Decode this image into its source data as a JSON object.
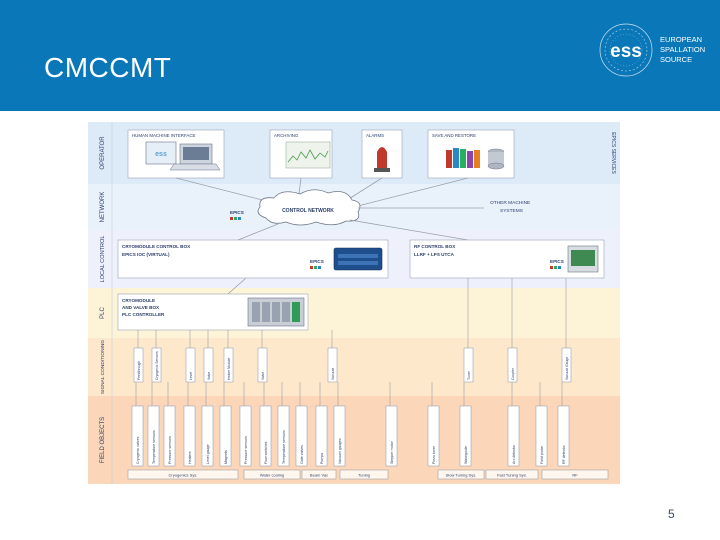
{
  "slide": {
    "title": "CMCCMT",
    "page_number": "5"
  },
  "logo": {
    "mark": "ess",
    "line1": "EUROPEAN",
    "line2": "SPALLATION",
    "line3": "SOURCE"
  },
  "colors": {
    "header_bg": "#0a77b8",
    "band_operator": "#dcebf7",
    "band_network": "#e9f2fa",
    "band_local_control": "#eef1fb",
    "band_plc": "#fdf3d6",
    "band_signal": "#fde8cc",
    "band_field": "#fbd6b8",
    "card_border": "#9aa3b8",
    "connector": "#9aa0ac"
  },
  "diagram": {
    "bands": {
      "operator": "OPERATOR",
      "network": "NETWORK",
      "local_control": "LOCAL CONTROL",
      "plc": "PLC",
      "signal_conditioning": "SIGNAL CONDITIONING",
      "field_objects": "FIELD OBJECTS"
    },
    "epics_services_label": "EPICS SERVICES",
    "services": {
      "hmi": "HUMAN MACHINE INTERFACE",
      "archiving": "ARCHIVING",
      "alarms": "ALARMS",
      "save_restore": "SAVE AND RESTORE"
    },
    "network": {
      "epics_label": "EPICS",
      "control_network": "CONTROL NETWORK",
      "other_machine_line1": "OTHER MACHINE",
      "other_machine_line2": "SYSTEMS"
    },
    "local_control": {
      "cryo_box_title": "CRYOMODULE CONTROL BOX",
      "cryo_box_sub": "EPICS IOC (VIRTUAL)",
      "cryo_epics": "EPICS",
      "rf_box_title": "RF CONTROL BOX",
      "rf_box_sub": "LLRF + LPS UTCA",
      "rf_epics": "EPICS"
    },
    "plc": {
      "line1": "CRYOMODULE",
      "line2": "AND VALVE BOX",
      "line3": "PLC CONTROLLER"
    },
    "signal_modules": [
      "Feedthrough",
      "Cryogenic Sensors",
      "Level",
      "Valve",
      "Heater Module",
      "Valve",
      "Vacuum",
      "Tuner",
      "Coupler",
      "Vacuum Gauge"
    ],
    "field_objects": [
      "Cryogenic valves",
      "Temperature sensors",
      "Pressure sensors",
      "Heaters",
      "Level gauge",
      "Magnets",
      "Pressure sensors",
      "Flow switches",
      "Temperature sensors",
      "Gate valves",
      "Pumps",
      "Vacuum gauges",
      "Stepper motor",
      "Piezo tuner",
      "Waveguide",
      "Arc detector",
      "Field probe",
      "RF detector"
    ],
    "groups": [
      "Cryogenics Sys.",
      "Water cooling",
      "Beam Vac",
      "Tuning",
      "Slow Tuning Sys.",
      "Fast Tuning Sys.",
      "RF"
    ]
  }
}
